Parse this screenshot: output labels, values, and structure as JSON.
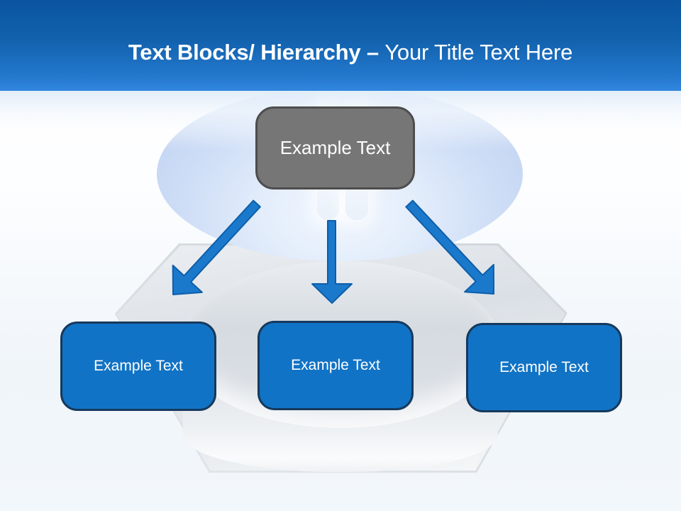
{
  "header": {
    "title_bold": "Text Blocks/ Hierarchy – ",
    "title_regular": "Your Title Text Here"
  },
  "diagram": {
    "top_box": {
      "label": "Example Text"
    },
    "child_boxes": [
      {
        "label": "Example Text"
      },
      {
        "label": "Example Text"
      },
      {
        "label": "Example Text"
      }
    ],
    "arrows": [
      {
        "name": "arrow-down-left"
      },
      {
        "name": "arrow-down"
      },
      {
        "name": "arrow-down-right"
      }
    ]
  },
  "colors": {
    "header-blue": "#0a54a0",
    "header-blue-light": "#3186de",
    "box-blue": "#1173c5",
    "box-border": "#16395c",
    "gray-box": "#767676",
    "arrow-blue": "#1b79cc"
  }
}
